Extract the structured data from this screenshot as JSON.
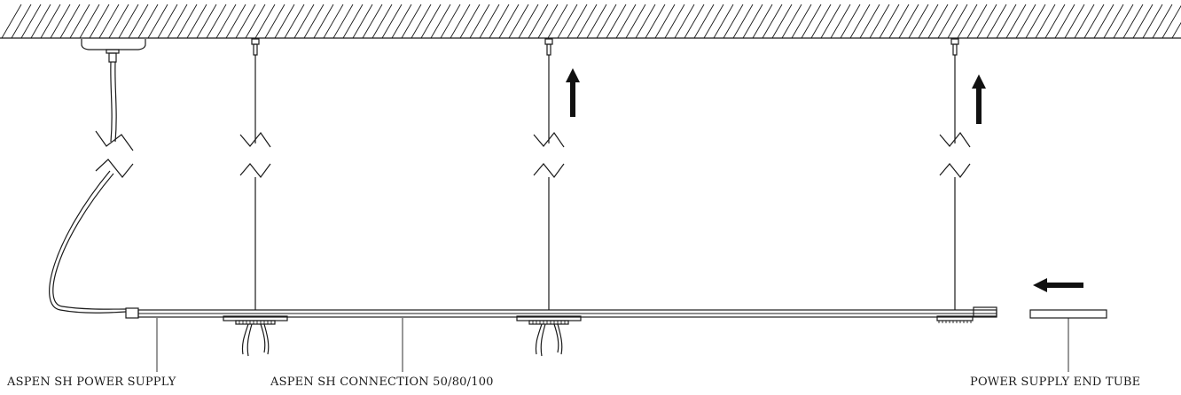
{
  "labels": {
    "power_supply": "ASPEN SH POWER SUPPLY",
    "connection": "ASPEN SH CONNECTION 50/80/100",
    "end_tube": "POWER SUPPLY END TUBE"
  }
}
